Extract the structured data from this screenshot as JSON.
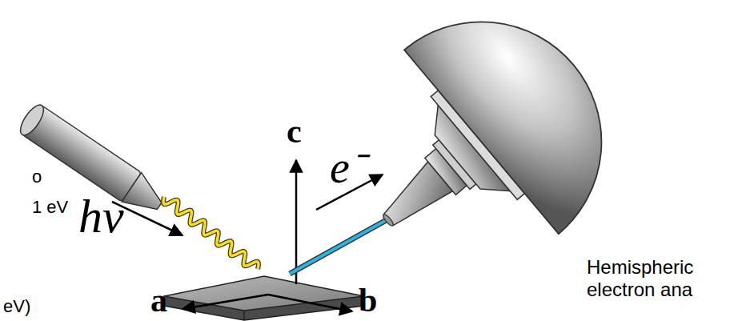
{
  "diagram": {
    "labels": [
      "o",
      "1 eV",
      "eV)",
      "hν",
      "c",
      "e⁻",
      "a",
      "b",
      "Hemispheric electron ana"
    ]
  }
}
